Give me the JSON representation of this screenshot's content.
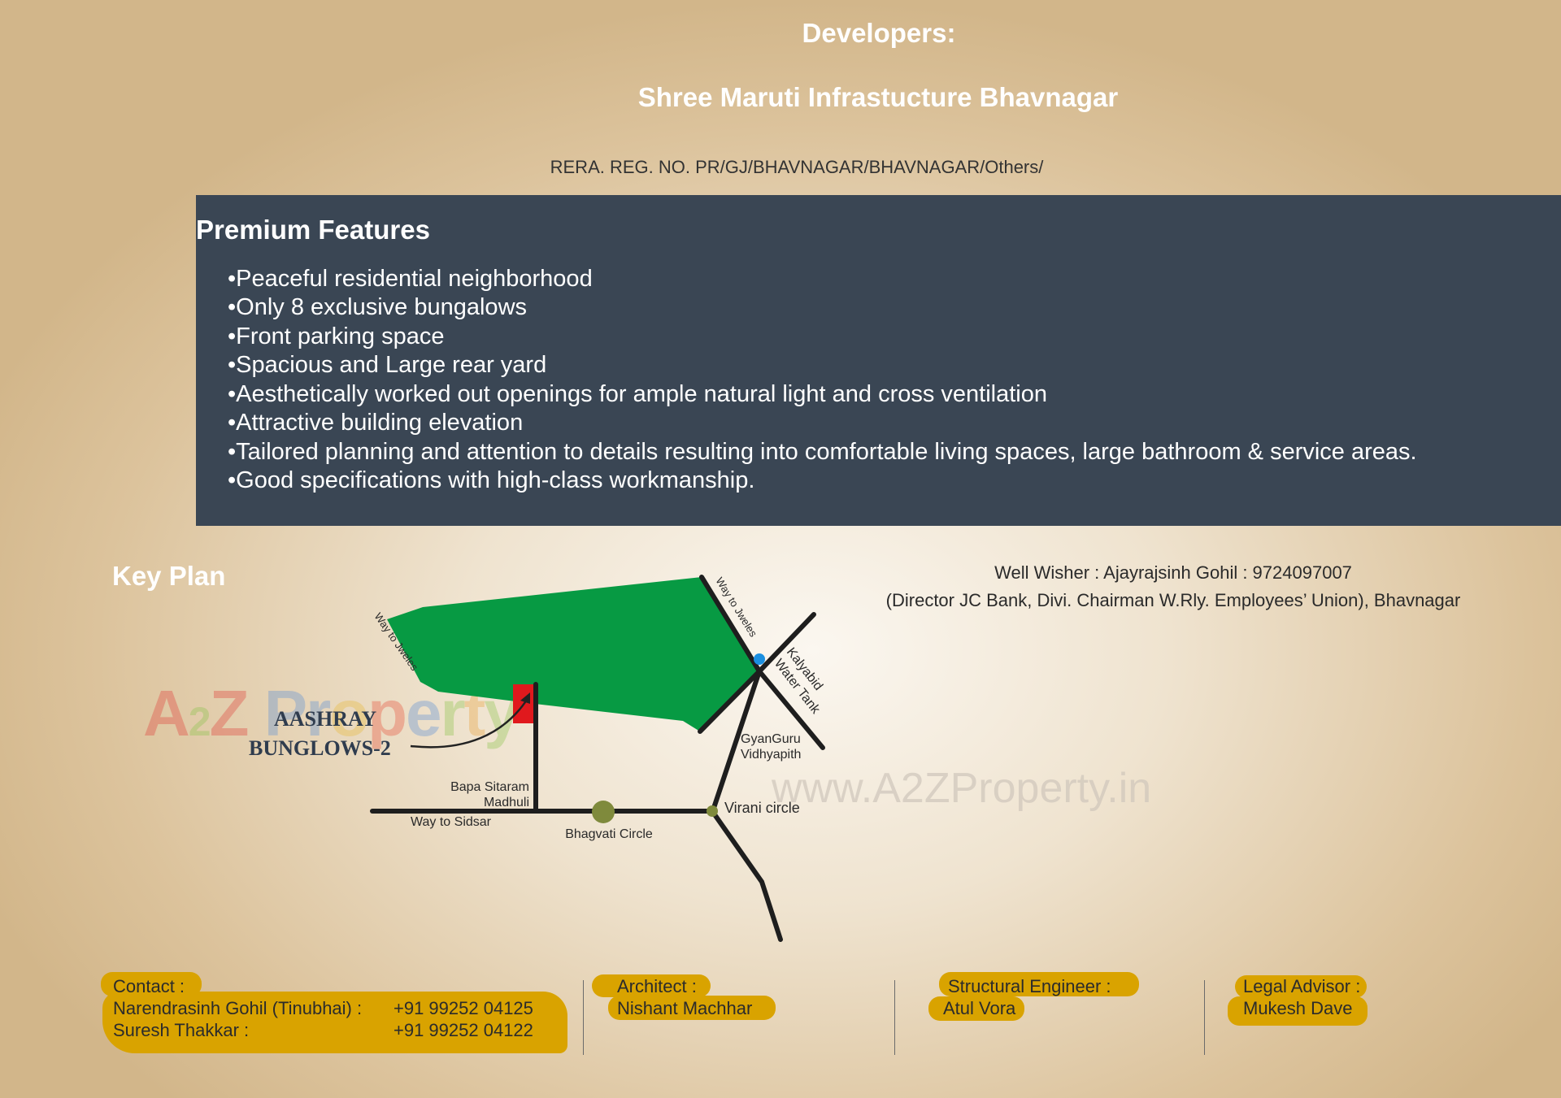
{
  "header": {
    "developers_label": "Developers:",
    "developer_name": "Shree Maruti Infrastucture Bhavnagar",
    "rera": "RERA. REG. NO. PR/GJ/BHAVNAGAR/BHAVNAGAR/Others/"
  },
  "features": {
    "title": "Premium Features",
    "items": [
      "•Peaceful residential neighborhood",
      "•Only 8 exclusive bungalows",
      "•Front parking space",
      "•Spacious and Large rear yard",
      "•Aesthetically worked out openings for ample natural light and cross ventilation",
      "•Attractive building elevation",
      "•Tailored planning and attention to details resulting into comfortable living spaces, large bathroom & service areas.",
      "•Good specifications with high-class workmanship."
    ]
  },
  "key_plan": {
    "title": "Key Plan",
    "project_line1": "AASHRAY",
    "project_line2": "BUNGLOWS-2",
    "labels": {
      "way_to_jweles_left": "Way to Jweles",
      "way_to_jweles_right": "Way to Jweles",
      "kalyabid": "Kalyabid",
      "water_tank": "Water Tank",
      "gyanguru": "GyanGuru",
      "vidhyapith": "Vidhyapith",
      "bapa_sitaram": "Bapa Sitaram",
      "madhuli": "Madhuli",
      "way_to_sidsar": "Way to Sidsar",
      "bhagvati": "Bhagvati Circle",
      "virani": "Virani circle"
    },
    "colors": {
      "land": "#079a43",
      "site": "#e0191d",
      "road": "#1e1e1e",
      "junction": "#1b8fe0",
      "circle": "#7f8a3c"
    }
  },
  "watermark": {
    "logo": "A2Z Property",
    "url": "www.A2ZProperty.in"
  },
  "well_wisher": {
    "line1": "Well Wisher : Ajayrajsinh Gohil : 9724097007",
    "line2": "(Director JC Bank, Divi. Chairman W.Rly. Employees’ Union), Bhavnagar"
  },
  "footer": {
    "contact": {
      "label": "Contact :",
      "people": [
        {
          "name": "Narendrasinh Gohil (Tinubhai) :",
          "phone": "+91 99252 04125"
        },
        {
          "name": "Suresh Thakkar  :",
          "phone": "+91 99252 04122"
        }
      ]
    },
    "architect": {
      "label": "Architect :",
      "name": "Nishant Machhar"
    },
    "structural": {
      "label": "Structural Engineer  :",
      "name": "Atul Vora"
    },
    "legal": {
      "label": "Legal Advisor :",
      "name": "Mukesh Dave"
    },
    "highlight_color": "#d9a300"
  }
}
